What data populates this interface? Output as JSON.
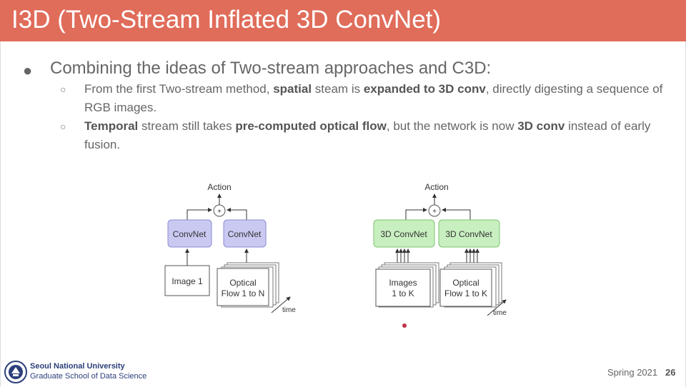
{
  "slide": {
    "title": "I3D (Two-Stream Inflated 3D ConvNet)",
    "bullet_main": "Combining the ideas of Two-stream approaches and C3D:",
    "sub1": {
      "a": "From the first Two-stream method, ",
      "b": "spatial",
      "c": " steam is ",
      "d": "expanded to 3D conv",
      "e": ", directly digesting a sequence of RGB images."
    },
    "sub2": {
      "a": "Temporal",
      "b": " stream still takes ",
      "c": "pre-computed optical flow",
      "d": ", but the network is now ",
      "e": "3D conv",
      "f": " instead of early fusion."
    },
    "bullet_symbol": "●",
    "sub_bullet_symbol": "○"
  },
  "diagram_left": {
    "action": "Action",
    "plus": "+",
    "convnet1": "ConvNet",
    "convnet2": "ConvNet",
    "input1": "Image 1",
    "input2_line1": "Optical",
    "input2_line2": "Flow 1 to N",
    "time": "time"
  },
  "diagram_right": {
    "action": "Action",
    "plus": "+",
    "convnet1": "3D ConvNet",
    "convnet2": "3D ConvNet",
    "input1_line1": "Images",
    "input1_line2": "1 to K",
    "input2_line1": "Optical",
    "input2_line2": "Flow 1 to K",
    "time": "time"
  },
  "footer": {
    "university": "Seoul National University",
    "school": "Graduate School of Data Science",
    "term": "Spring 2021",
    "page": "26"
  },
  "colors": {
    "title_bar": "#e06c5a",
    "convnet_2d": "#c9c9f2",
    "convnet_3d": "#c8efc0"
  }
}
